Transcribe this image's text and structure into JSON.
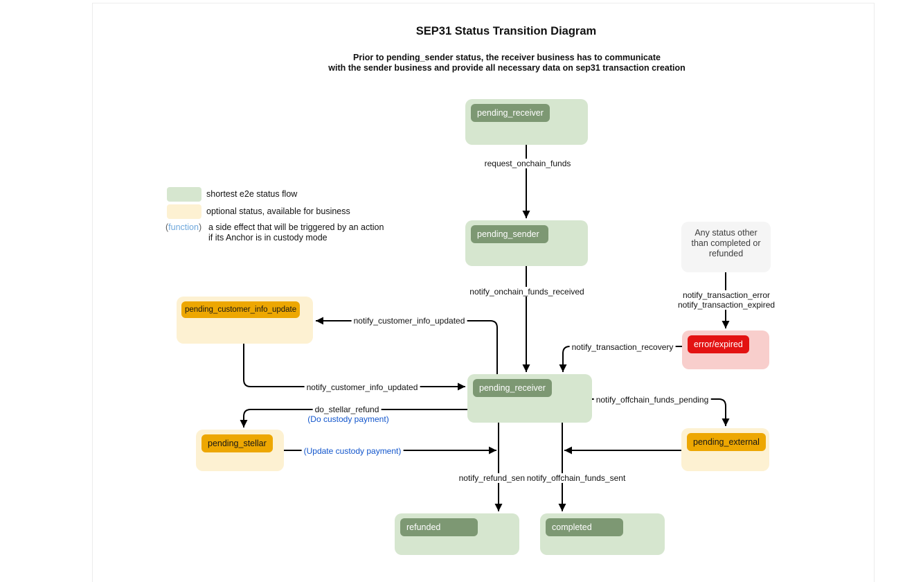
{
  "diagram": {
    "title": "SEP31 Status Transition Diagram",
    "subtitle_line1": "Prior to pending_sender status, the receiver business has to communicate",
    "subtitle_line2": "with the sender business and provide all necessary data on sep31 transaction creation"
  },
  "legend": {
    "green_label": "shortest e2e status flow",
    "yellow_label": "optional status, available for business",
    "function_open": "(",
    "function_word": "function",
    "function_close": ")",
    "function_desc_line1": "a side effect that will be triggered by an action",
    "function_desc_line2": "if its Anchor is in custody mode"
  },
  "nodes": {
    "pending_receiver_top": {
      "label": "pending_receiver"
    },
    "pending_sender": {
      "label": "pending_sender"
    },
    "any_status": {
      "label": "Any status other than completed or refunded"
    },
    "error_expired": {
      "label": "error/expired"
    },
    "pending_customer_info_update": {
      "label": "pending_customer_info_update"
    },
    "pending_receiver_mid": {
      "label": "pending_receiver"
    },
    "pending_stellar": {
      "label": "pending_stellar"
    },
    "pending_external": {
      "label": "pending_external"
    },
    "refunded": {
      "label": "refunded"
    },
    "completed": {
      "label": "completed"
    }
  },
  "edges": {
    "request_onchain_funds": {
      "label": "request_onchain_funds"
    },
    "notify_onchain_funds_received": {
      "label": "notify_onchain_funds_received"
    },
    "notify_transaction_error": {
      "label": "notify_transaction_error"
    },
    "notify_transaction_expired": {
      "label": "notify_transaction_expired"
    },
    "notify_transaction_recovery": {
      "label": "notify_transaction_recovery"
    },
    "notify_customer_info_updated_up": {
      "label": "notify_customer_info_updated"
    },
    "notify_customer_info_updated_down": {
      "label": "notify_customer_info_updated"
    },
    "do_stellar_refund": {
      "label": "do_stellar_refund"
    },
    "do_custody_payment": {
      "label": "(Do custody payment)"
    },
    "update_custody_payment": {
      "label": "(Update custody payment)"
    },
    "notify_refund_sent": {
      "label": "notify_refund_sent"
    },
    "notify_offchain_funds_sent": {
      "label": "notify_offchain_funds_sent"
    },
    "notify_offchain_funds_pending": {
      "label": "notify_offchain_funds_pending"
    }
  },
  "colors": {
    "flow_green_light": "#d6e6cf",
    "flow_green_dark": "#7d9873",
    "optional_cream": "#fdf1d2",
    "optional_orange": "#eda702",
    "error_pink": "#f8cecc",
    "error_red": "#e31212",
    "any_status_gray": "#f5f5f5",
    "function_blue_legend": "#6fa8dc",
    "function_blue_label": "#1155cc",
    "edge_black": "#000000"
  }
}
